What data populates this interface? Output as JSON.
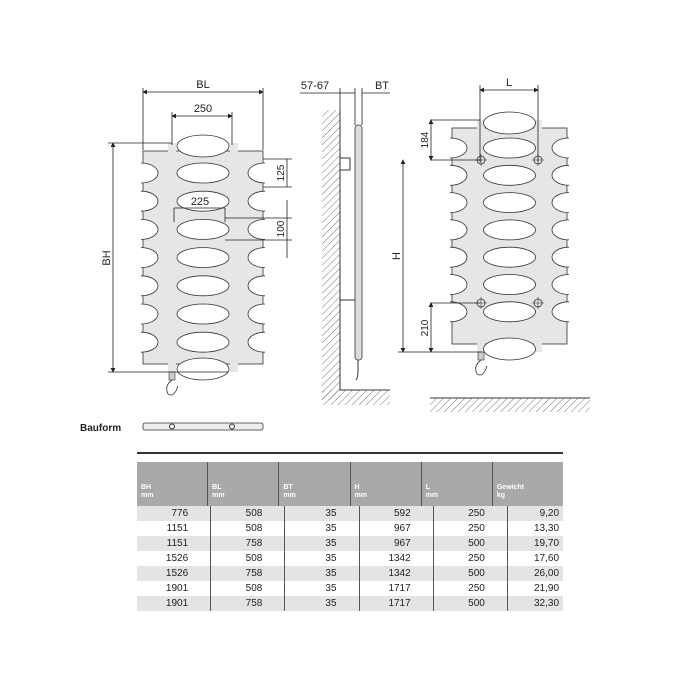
{
  "labels": {
    "bl": "BL",
    "d250": "250",
    "d225": "225",
    "d125": "125",
    "d100": "100",
    "bh": "BH",
    "d5767": "57-67",
    "bt": "BT",
    "l": "L",
    "d184": "184",
    "h": "H",
    "d210": "210",
    "bauform": "Bauform"
  },
  "table": {
    "headers": [
      {
        "name": "BH",
        "unit": "mm"
      },
      {
        "name": "BL",
        "unit": "mm"
      },
      {
        "name": "BT",
        "unit": "mm"
      },
      {
        "name": "H",
        "unit": "mm"
      },
      {
        "name": "L",
        "unit": "mm"
      },
      {
        "name": "Gewicht",
        "unit": "kg"
      }
    ],
    "rows": [
      [
        "776",
        "508",
        "35",
        "592",
        "250",
        "9,20"
      ],
      [
        "1151",
        "508",
        "35",
        "967",
        "250",
        "13,30"
      ],
      [
        "1151",
        "758",
        "35",
        "967",
        "500",
        "19,70"
      ],
      [
        "1526",
        "508",
        "35",
        "1342",
        "250",
        "17,60"
      ],
      [
        "1526",
        "758",
        "35",
        "1342",
        "500",
        "26,00"
      ],
      [
        "1901",
        "508",
        "35",
        "1717",
        "250",
        "21,90"
      ],
      [
        "1901",
        "758",
        "35",
        "1717",
        "500",
        "32,30"
      ]
    ]
  },
  "colors": {
    "body": "#e6e6e6",
    "header": "#a9a9a9"
  }
}
